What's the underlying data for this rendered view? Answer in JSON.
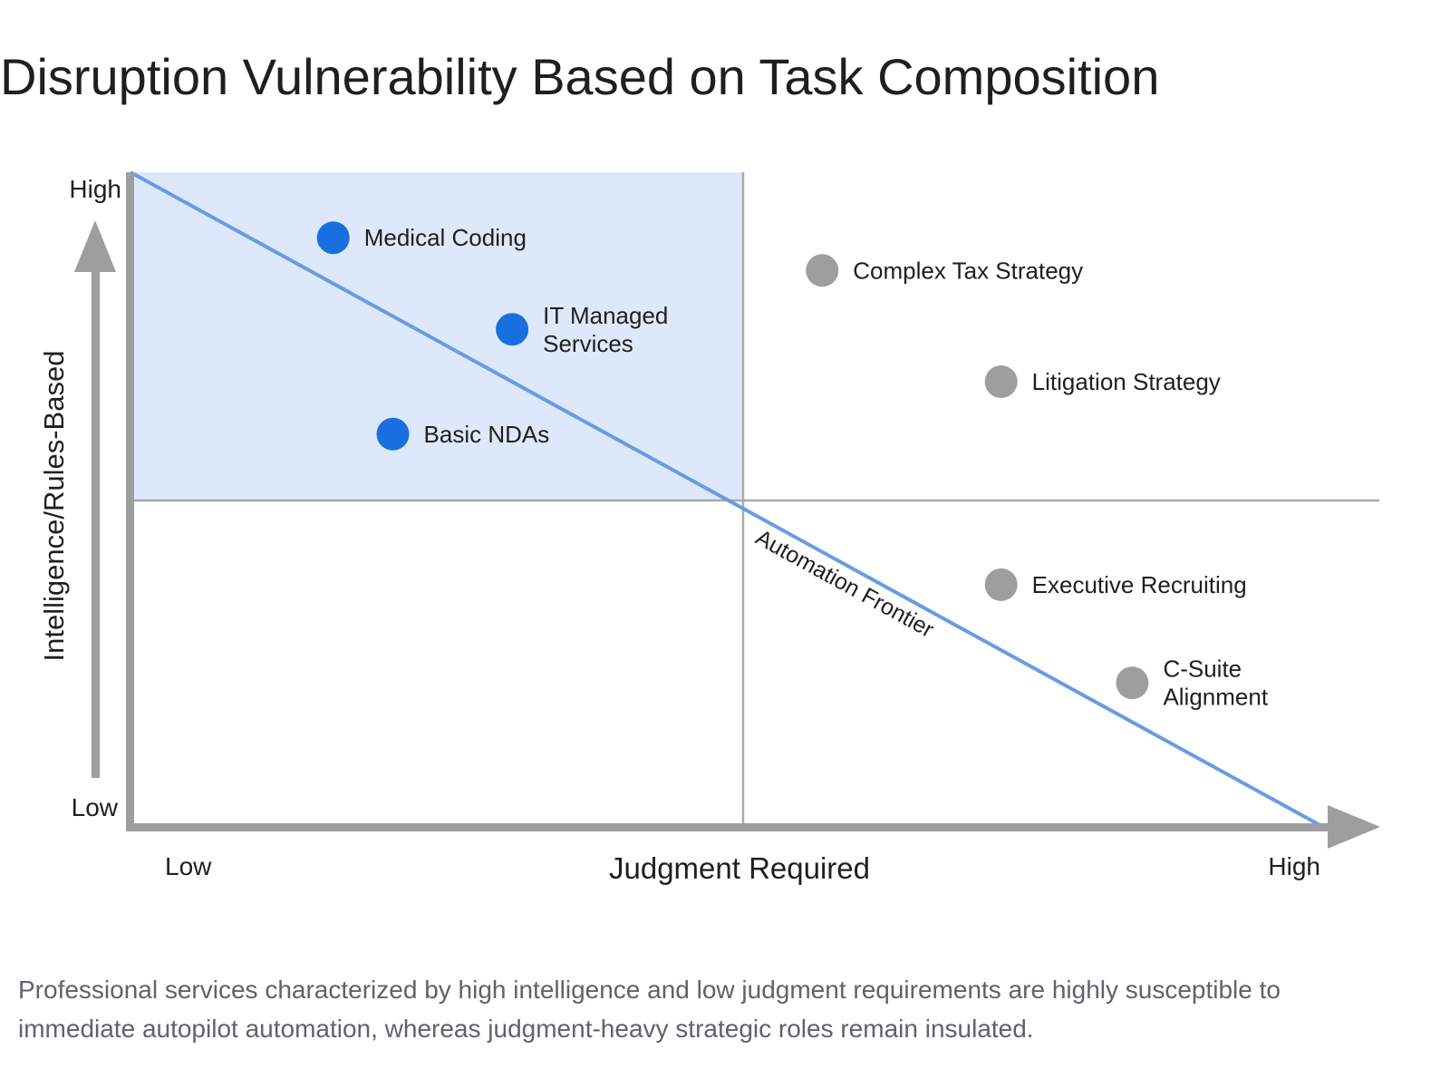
{
  "title": "Disruption Vulnerability Based on Task Composition",
  "caption": "Professional services characterized by high intelligence and low judgment requirements are highly susceptible to immediate autopilot automation, whereas judgment-heavy strategic roles remain insulated.",
  "colors": {
    "shaded_quadrant": "#dde9fa",
    "frontier_line": "#6a9be3",
    "vulnerable_point": "#1a6fe0",
    "insulated_point": "#9e9e9e",
    "axis": "#9e9e9e",
    "quadrant_divider": "#a9a9a9"
  },
  "chart_data": {
    "type": "scatter",
    "title": "Disruption Vulnerability Based on Task Composition",
    "xlabel": "Judgment Required",
    "ylabel": "Intelligence/Rules-Based",
    "x_tick_labels": [
      "Low",
      "High"
    ],
    "y_tick_labels": [
      "Low",
      "High"
    ],
    "xlim": [
      0,
      100
    ],
    "ylim": [
      0,
      100
    ],
    "quadrant_dividers": {
      "x": 50,
      "y": 50
    },
    "shaded_quadrant": {
      "x": [
        0,
        50
      ],
      "y": [
        50,
        100
      ]
    },
    "frontier": {
      "label": "Automation Frontier",
      "x": [
        0,
        100
      ],
      "y": [
        100,
        0
      ]
    },
    "points": [
      {
        "label": "Medical Coding",
        "x": 17,
        "y": 90,
        "group": "vulnerable"
      },
      {
        "label": "IT Managed Services",
        "lines": [
          "IT Managed",
          "Services"
        ],
        "x": 32,
        "y": 76,
        "group": "vulnerable"
      },
      {
        "label": "Basic NDAs",
        "x": 22,
        "y": 60,
        "group": "vulnerable"
      },
      {
        "label": "Complex Tax Strategy",
        "x": 58,
        "y": 85,
        "group": "insulated"
      },
      {
        "label": "Litigation Strategy",
        "x": 73,
        "y": 68,
        "group": "insulated"
      },
      {
        "label": "Executive Recruiting",
        "x": 73,
        "y": 37,
        "group": "insulated"
      },
      {
        "label": "C-Suite Alignment",
        "lines": [
          "C-Suite",
          "Alignment"
        ],
        "x": 84,
        "y": 22,
        "group": "insulated"
      }
    ],
    "grid": false,
    "legend": "none"
  }
}
